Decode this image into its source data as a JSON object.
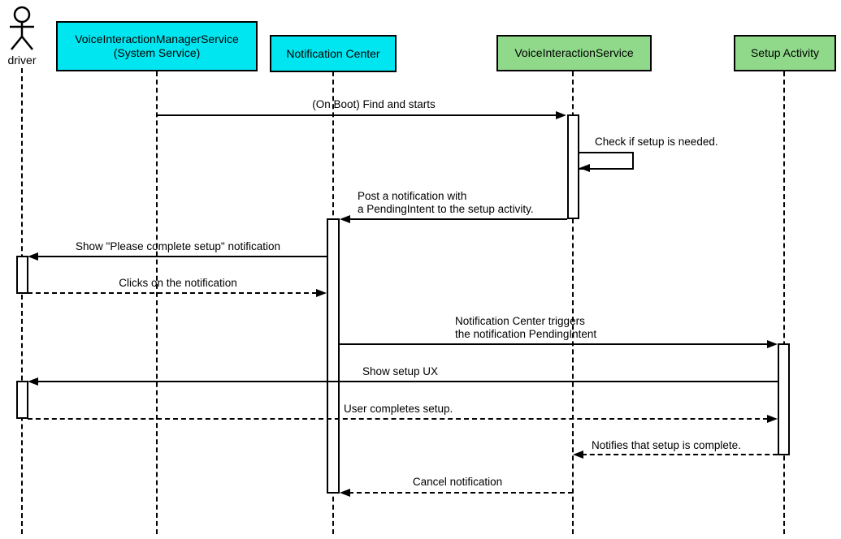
{
  "diagram": {
    "type": "uml-sequence-diagram",
    "background": "#ffffff",
    "line_color": "#000000",
    "colors": {
      "system_participant": "#00e6f0",
      "app_participant": "#90d98a"
    },
    "icons": {
      "actor": "person-icon"
    },
    "participants": [
      {
        "id": "driver",
        "kind": "actor",
        "label": "driver"
      },
      {
        "id": "vims",
        "kind": "box",
        "color": "cyan",
        "label": "VoiceInteractionManagerService\n(System Service)"
      },
      {
        "id": "notification-center",
        "kind": "box",
        "color": "cyan",
        "label": "Notification Center"
      },
      {
        "id": "voice-interaction-service",
        "kind": "box",
        "color": "green",
        "label": "VoiceInteractionService"
      },
      {
        "id": "setup-activity",
        "kind": "box",
        "color": "green",
        "label": "Setup Activity"
      }
    ],
    "messages": [
      {
        "from": "vims",
        "to": "voice-interaction-service",
        "style": "solid",
        "label": "(On Boot) Find and starts"
      },
      {
        "from": "voice-interaction-service",
        "to": "voice-interaction-service",
        "style": "solid-self",
        "label": "Check if setup is needed."
      },
      {
        "from": "voice-interaction-service",
        "to": "notification-center",
        "style": "solid",
        "label": "Post a notification with\na PendingIntent to the setup activity."
      },
      {
        "from": "notification-center",
        "to": "driver",
        "style": "solid",
        "label": "Show \"Please complete setup\" notification"
      },
      {
        "from": "driver",
        "to": "notification-center",
        "style": "dashed",
        "label": "Clicks on the notification"
      },
      {
        "from": "notification-center",
        "to": "setup-activity",
        "style": "solid",
        "label": "Notification Center triggers\nthe notification PendingIntent"
      },
      {
        "from": "setup-activity",
        "to": "driver",
        "style": "solid",
        "label": "Show setup UX"
      },
      {
        "from": "driver",
        "to": "setup-activity",
        "style": "dashed",
        "label": "User completes setup."
      },
      {
        "from": "setup-activity",
        "to": "voice-interaction-service",
        "style": "dashed",
        "label": "Notifies that setup is complete."
      },
      {
        "from": "voice-interaction-service",
        "to": "notification-center",
        "style": "dashed",
        "label": "Cancel notification"
      }
    ]
  }
}
